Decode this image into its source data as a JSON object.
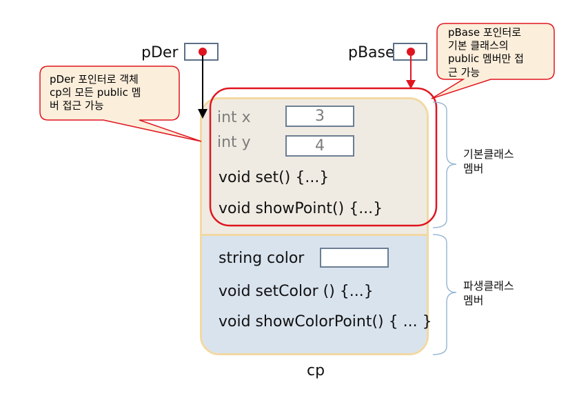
{
  "pointers": {
    "der_label": "pDer",
    "base_label": "pBase"
  },
  "callouts": {
    "der_text": "pDer 포인터로 객체\ncp의 모든 public 멤\n버 접근 가능",
    "base_text": "pBase 포인터로\n기본 클래스의\npublic 멤버만 접\n근 가능"
  },
  "object": {
    "name": "cp",
    "base_members": {
      "field_x": "int x",
      "field_x_value": "3",
      "field_y": "int y",
      "field_y_value": "4",
      "method_set": "void set() {...}",
      "method_show": "void showPoint() {...}"
    },
    "derived_members": {
      "field_color": "string color",
      "field_color_value": "",
      "method_setcolor": "void setColor () {...}",
      "method_showcolor": "void showColorPoint() { ... }"
    }
  },
  "brace_labels": {
    "base": "기본클래스\n 멤버",
    "derived": "파생클래스\n 멤버"
  },
  "colors": {
    "callout_fill": "#fbeedb",
    "callout_border": "#e0141e",
    "pointer_dot": "#e0141e",
    "base_fill": "#efebe2",
    "derived_fill": "#d9e3ee",
    "object_border": "#f2d8a2",
    "highlight_border": "#e0141e",
    "brace": "#9bb8d6"
  }
}
